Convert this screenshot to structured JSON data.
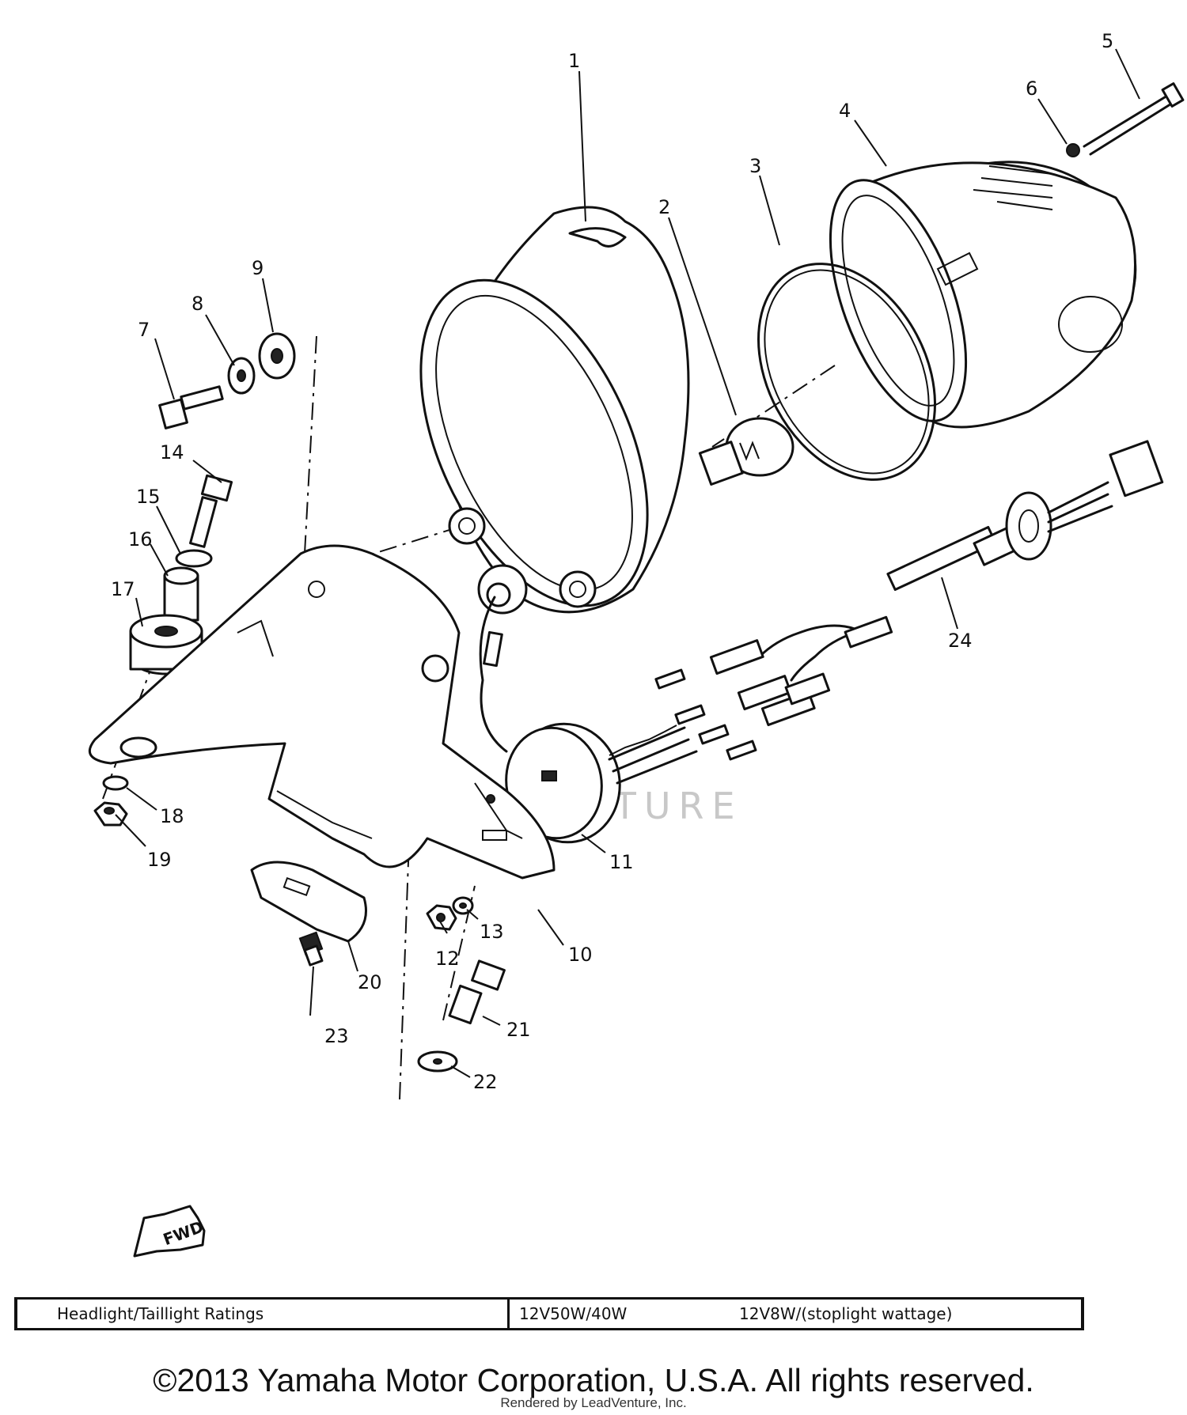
{
  "callouts": [
    {
      "num": "1"
    },
    {
      "num": "2"
    },
    {
      "num": "3"
    },
    {
      "num": "4"
    },
    {
      "num": "5"
    },
    {
      "num": "6"
    },
    {
      "num": "7"
    },
    {
      "num": "8"
    },
    {
      "num": "9"
    },
    {
      "num": "10"
    },
    {
      "num": "11"
    },
    {
      "num": "12"
    },
    {
      "num": "13"
    },
    {
      "num": "14"
    },
    {
      "num": "15"
    },
    {
      "num": "16"
    },
    {
      "num": "17"
    },
    {
      "num": "18"
    },
    {
      "num": "19"
    },
    {
      "num": "20"
    },
    {
      "num": "21"
    },
    {
      "num": "22"
    },
    {
      "num": "23"
    },
    {
      "num": "24"
    }
  ],
  "fwd_label": "FWD",
  "watermark": "LEADVENTURE",
  "ratings": {
    "label": "Headlight/Taillight Ratings",
    "value1": "12V50W/40W",
    "value2": "12V8W/(stoplight wattage)"
  },
  "copyright": "©2013 Yamaha Motor Corporation, U.S.A. All rights reserved.",
  "rendered_by": "Rendered by LeadVenture, Inc."
}
